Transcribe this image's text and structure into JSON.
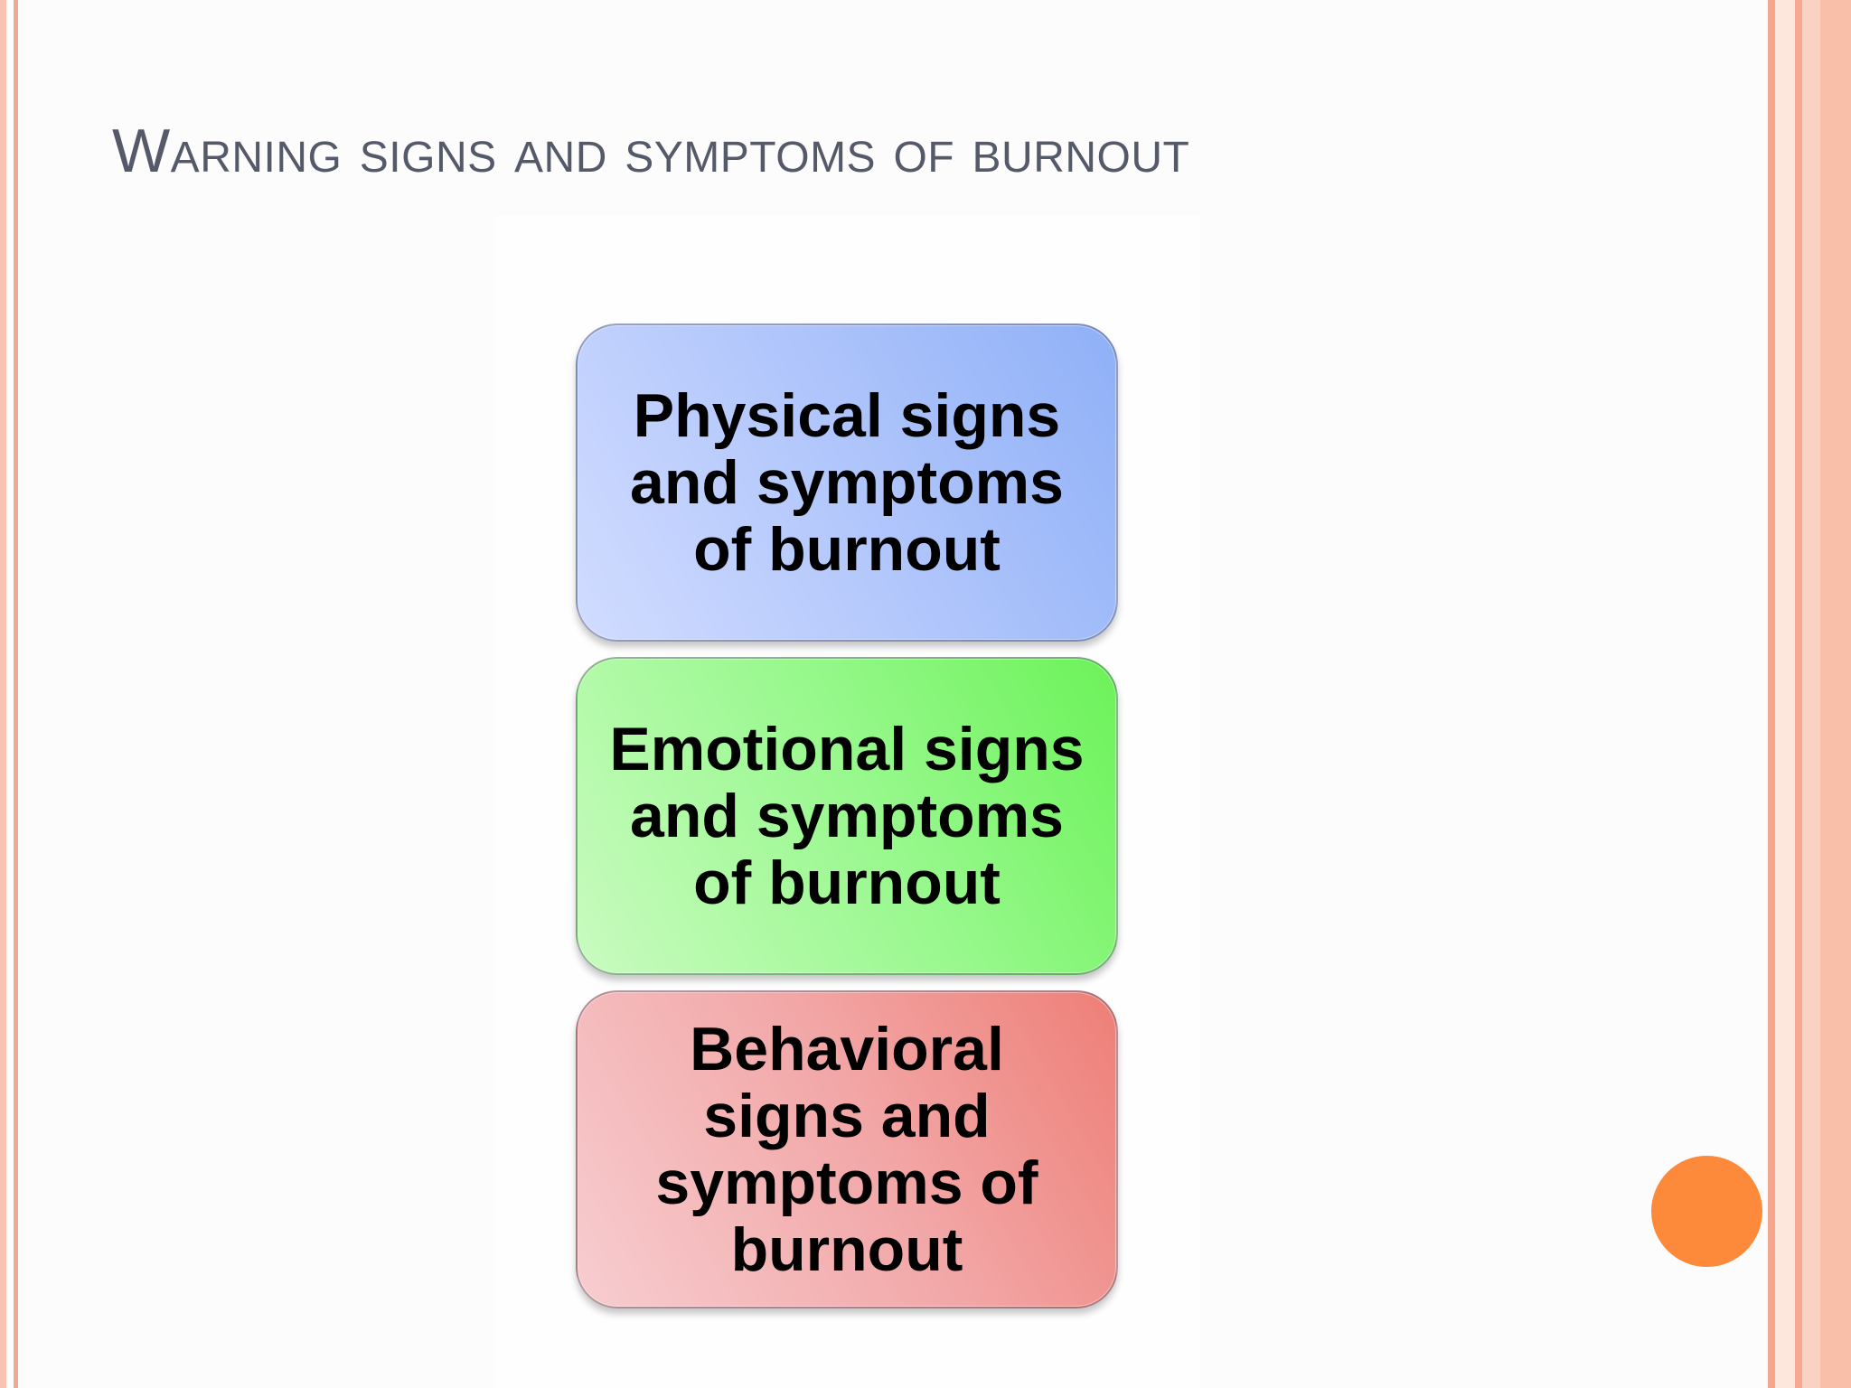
{
  "slide": {
    "title": "Warning signs and symptoms of burnout"
  },
  "diagram": {
    "boxes": [
      {
        "label": "Physical signs and symptoms of burnout",
        "color": "#9db8f8"
      },
      {
        "label": "Emotional signs and symptoms of burnout",
        "color": "#8ff47f"
      },
      {
        "label": "Behavioral signs and symptoms of burnout",
        "color": "#f0918c"
      }
    ]
  },
  "colors": {
    "title_text": "#555a6a",
    "accent_dot": "#fd8a3b",
    "border_stripes": "#f5a78d"
  }
}
